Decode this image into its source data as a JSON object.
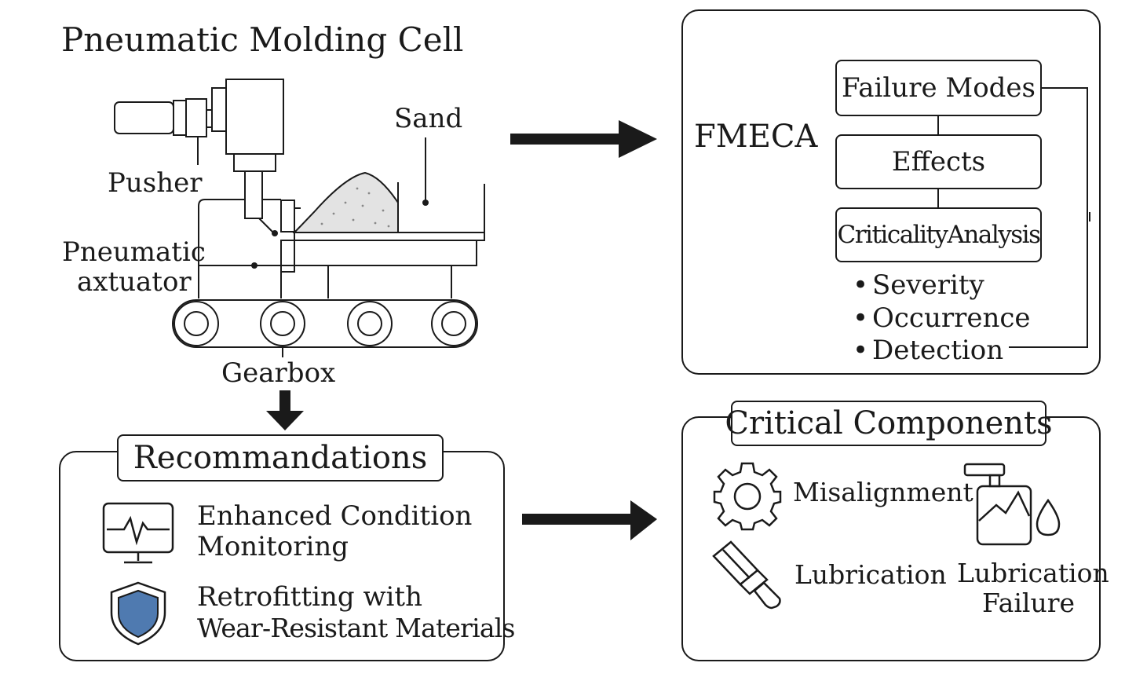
{
  "title": "Pneumatic Molding Cell",
  "machine": {
    "labels": {
      "pusher": "Pusher",
      "sand": "Sand",
      "actuator_line1": "Pneumatic",
      "actuator_line2": "axtuator",
      "gearbox": "Gearbox"
    }
  },
  "fmeca": {
    "title": "FMECA",
    "steps": [
      "Failure Modes",
      "Effects",
      "CriticalityAnalysis"
    ],
    "criteria": [
      "Severity",
      "Occurrence",
      "Detection"
    ],
    "bullet": "•"
  },
  "recommendations": {
    "title": "Recommandations",
    "items": [
      {
        "icon": "monitor-heartbeat-icon",
        "line1": "Enhanced Condition",
        "line2": "Monitoring"
      },
      {
        "icon": "shield-icon",
        "line1": "Retrofitting with",
        "line2": "Wear-Resistant Materials"
      }
    ]
  },
  "critical_components": {
    "title": "Critical Components",
    "items": [
      {
        "icon": "gear-icon",
        "label": "Misalignment"
      },
      {
        "icon": "oil-bottle-drop-icon",
        "line1": "Lubrication",
        "line2": "Failure"
      },
      {
        "icon": "brush-icon",
        "label": "Lubrication"
      }
    ]
  },
  "colors": {
    "ink": "#1a1a1a",
    "shield_fill": "#4f7ab0",
    "sand_fill": "#e3e3e3",
    "cabinet_fill": "#f2f2f2"
  }
}
